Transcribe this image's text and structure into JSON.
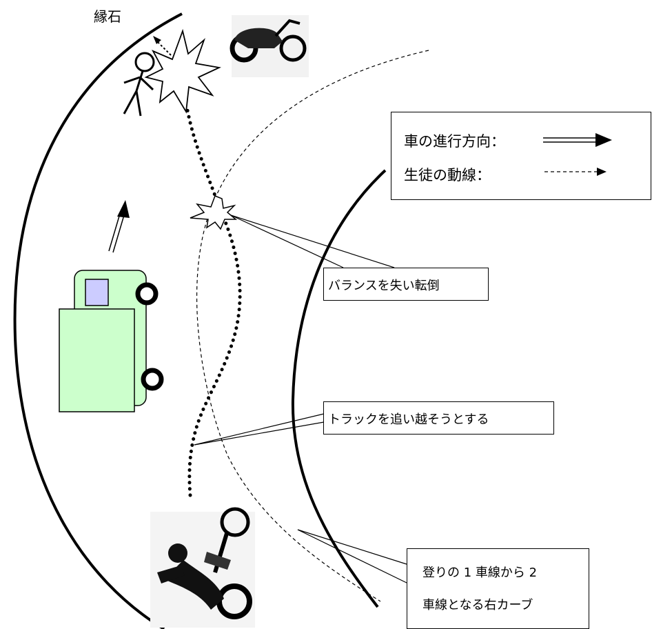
{
  "labels": {
    "curb": "縁石"
  },
  "legend": {
    "vehicle_direction": "車の進行方向：",
    "student_path": "生徒の動線："
  },
  "callouts": {
    "lost_balance": "バランスを失い転倒",
    "overtaking": "トラックを追い越そうとする",
    "curve_line1": "登りの 1 車線から 2",
    "curve_line2": "車線となる右カーブ"
  },
  "colors": {
    "truck_body": "#ccffcc",
    "truck_window": "#ccccff",
    "stroke": "#000000"
  },
  "icons": [
    "motorcycle-icon",
    "person-icon",
    "truck-icon",
    "rider-icon",
    "collision-burst-icon",
    "arrow-icon"
  ]
}
